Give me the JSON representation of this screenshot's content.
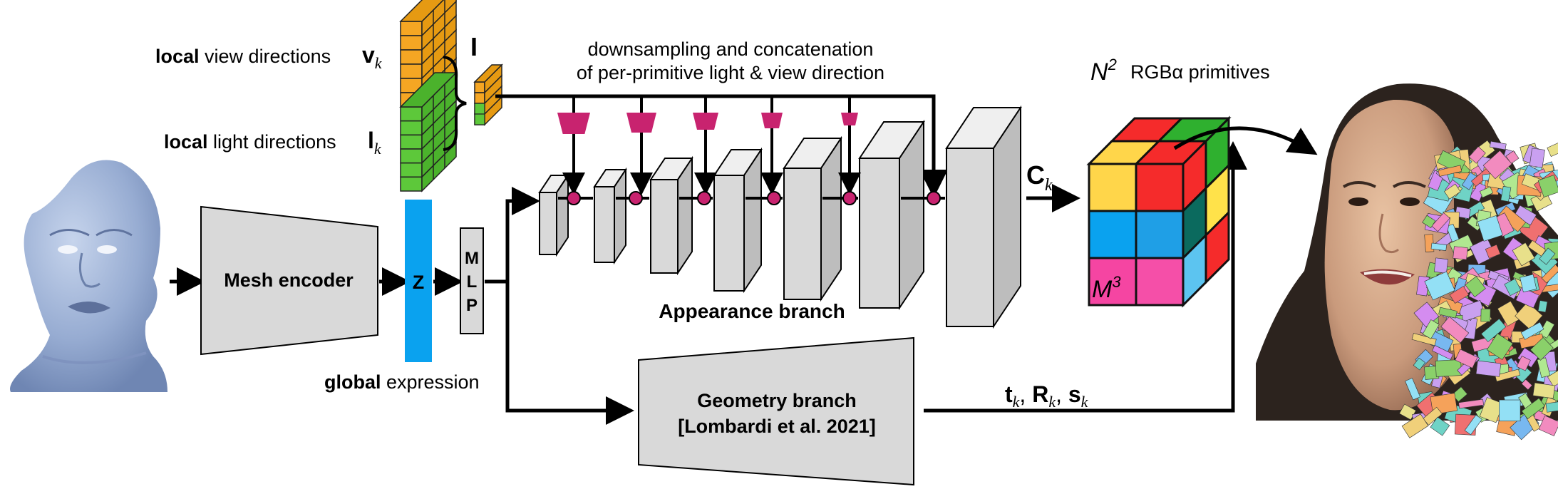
{
  "inputs": {
    "view_bold": "local",
    "view_rest": " view directions",
    "view_symbol": "v",
    "view_sub": "k",
    "light_bold": "local",
    "light_rest": " light directions",
    "light_symbol": "l",
    "light_sub": "k",
    "concat_symbol": "I"
  },
  "pipeline": {
    "mesh_encoder": "Mesh encoder",
    "z_label": "Z",
    "mlp_letters": [
      "M",
      "L",
      "P"
    ],
    "global_bold": "global",
    "global_rest": " expression"
  },
  "appearance": {
    "caption_line1": "downsampling and concatenation",
    "caption_line2": "of per-primitive light & view direction",
    "label": "Appearance branch",
    "output_symbol": "C",
    "output_sub": "k"
  },
  "geometry": {
    "label_line1": "Geometry branch",
    "label_line2": "[Lombardi et al. 2021]",
    "output_t": "t",
    "output_R": "R",
    "output_s": "s",
    "output_sub": "k",
    "output_sep": ", "
  },
  "primitives": {
    "count_symbol": "N",
    "count_exp": "2",
    "label": "RGBα primitives",
    "voxel_symbol": "M",
    "voxel_exp": "3"
  },
  "colors": {
    "layer_fill": "#d9d9d9",
    "z_blue": "#0aa2ef",
    "magenta": "#c8236f",
    "orange": "#f5a623",
    "green": "#5dc83a",
    "skin": "#9db1d3"
  }
}
